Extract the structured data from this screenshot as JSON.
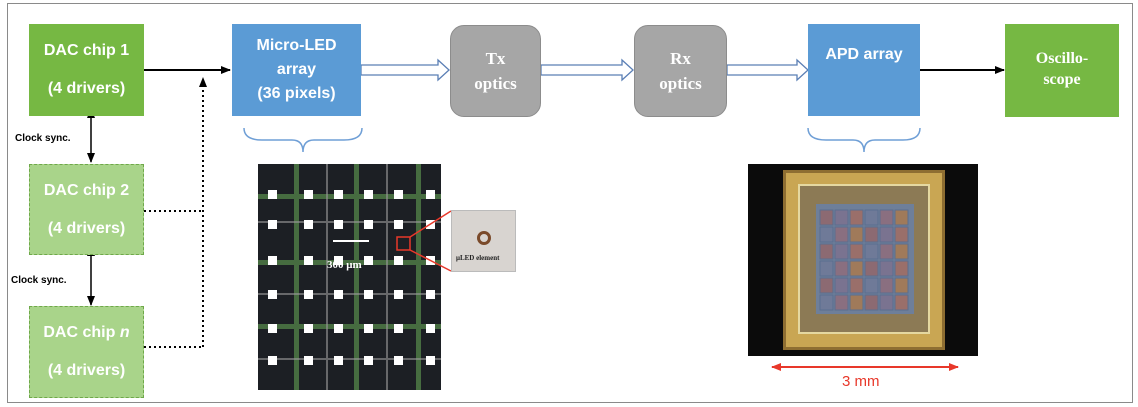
{
  "dac_chips": [
    {
      "name": "DAC chip 1",
      "drivers": "(4 drivers)"
    },
    {
      "name": "DAC chip 2",
      "drivers": "(4 drivers)"
    },
    {
      "name": "DAC chip ",
      "name_italic": "n",
      "drivers": "(4 drivers)"
    }
  ],
  "clock_sync_label": "Clock sync.",
  "micro_led": {
    "line1": "Micro-LED",
    "line2": "array",
    "line3": "(36 pixels)"
  },
  "tx_optics": {
    "line1": "Tx",
    "line2": "optics"
  },
  "rx_optics": {
    "line1": "Rx",
    "line2": "optics"
  },
  "apd_array": {
    "label": "APD array"
  },
  "oscilloscope": {
    "line1": "Oscillo-",
    "line2": "scope"
  },
  "micro_led_photo": {
    "pitch_label": "300 μm",
    "element_label": "μLED element"
  },
  "apd_photo": {
    "scale_label": "3 mm"
  },
  "colors": {
    "green": "#76b843",
    "light_green": "#a9d48a",
    "blue": "#5b9bd5",
    "gray": "#a6a6a6",
    "red": "#e8382a"
  }
}
